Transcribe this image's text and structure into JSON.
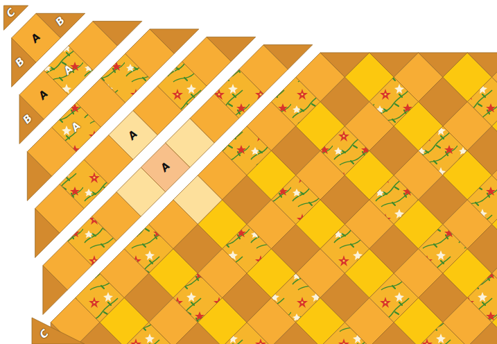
{
  "diagram": {
    "labels": [
      "C",
      "B",
      "A",
      "A",
      "B",
      "A",
      "A",
      "B",
      "A",
      "A",
      "C"
    ]
  }
}
